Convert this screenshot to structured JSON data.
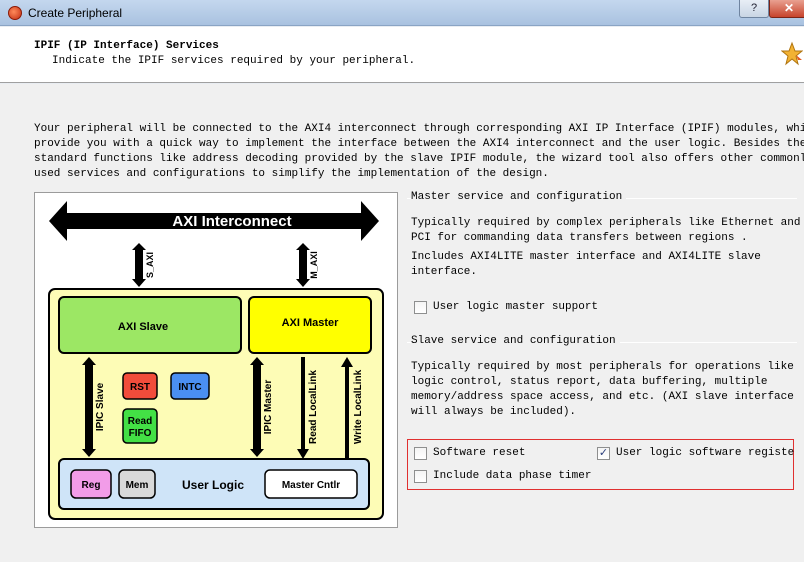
{
  "window": {
    "title": "Create Peripheral",
    "help_label": "?",
    "close_label": "✕"
  },
  "header": {
    "title": "IPIF (IP Interface) Services",
    "subtitle": "Indicate the IPIF services required by your peripheral."
  },
  "intro_lines": [
    "Your peripheral will be connected to the AXI4 interconnect through corresponding AXI IP Interface (IPIF) modules, which",
    "provide you with a quick way to implement the interface between the AXI4 interconnect and the user logic. Besides the",
    "standard functions like address decoding provided by the slave IPIF module, the wizard tool also offers other commonly",
    "used services and configurations to simplify the implementation of the design."
  ],
  "diagram": {
    "interconnect": "AXI Interconnect",
    "s_axi": "S_AXI",
    "m_axi": "M_AXI",
    "axi_slave": "AXI Slave",
    "axi_master": "AXI Master",
    "rst": "RST",
    "intc": "INTC",
    "read_fifo_1": "Read",
    "read_fifo_2": "FIFO",
    "ipic_slave": "IPIC Slave",
    "ipic_master": "IPIC Master",
    "read_locallink": "Read LocalLink",
    "write_locallink": "Write LocalLink",
    "reg": "Reg",
    "mem": "Mem",
    "user_logic": "User Logic",
    "master_cntlr": "Master Cntlr"
  },
  "master_group": {
    "title": "Master service and configuration",
    "lines": [
      "Typically required by complex peripherals like Ethernet and",
      "PCI for commanding data transfers between regions .",
      "Includes AXI4LITE master interface and AXI4LITE slave",
      "interface."
    ],
    "checkbox_label": "User logic master support",
    "checked": false
  },
  "slave_group": {
    "title": "Slave service and configuration",
    "lines": [
      "Typically required by most peripherals for operations like",
      "logic control, status report, data buffering, multiple",
      "memory/address space access, and etc. (AXI slave interface",
      "will always be included)."
    ],
    "software_reset": {
      "label": "Software reset",
      "checked": false
    },
    "user_logic_reg": {
      "label": "User logic software registe",
      "checked": true,
      "mark": "✓"
    },
    "data_phase_timer": {
      "label": "Include data phase timer",
      "checked": false
    }
  }
}
